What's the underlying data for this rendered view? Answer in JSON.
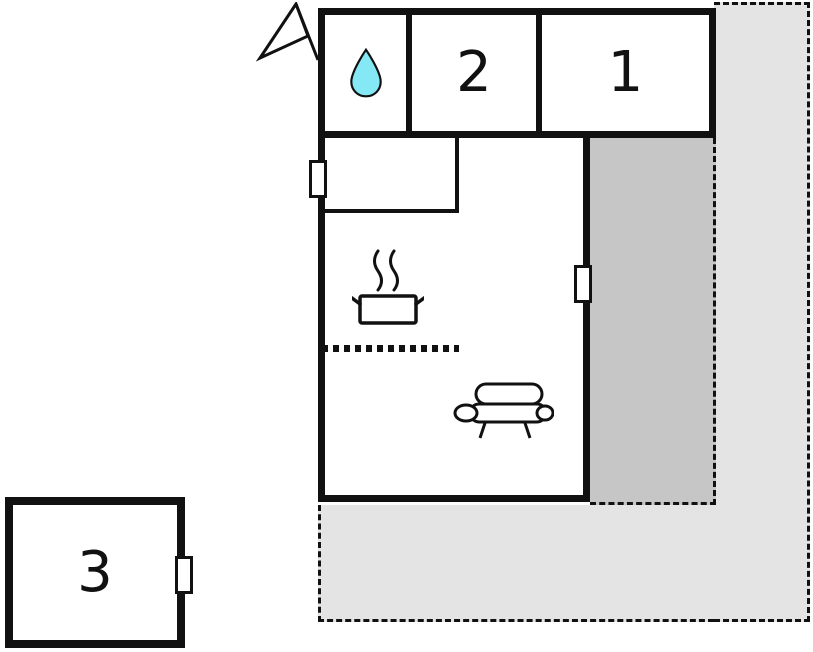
{
  "rooms": {
    "room1": {
      "label": "1"
    },
    "room2": {
      "label": "2"
    },
    "room3": {
      "label": "3"
    },
    "bathroom": {
      "icon": "water-drop-icon"
    }
  },
  "icons": {
    "north_arrow": "north-arrow-icon",
    "water_drop": "water-drop-icon",
    "stove": "stove-icon",
    "sofa": "sofa-icon",
    "window": "window-marker"
  },
  "colors": {
    "wall": "#111111",
    "background": "#ffffff",
    "terrace_light": "#e4e4e4",
    "terrace_dark": "#c6c6c6",
    "water_drop": "#84e9f4",
    "line": "#111111"
  }
}
